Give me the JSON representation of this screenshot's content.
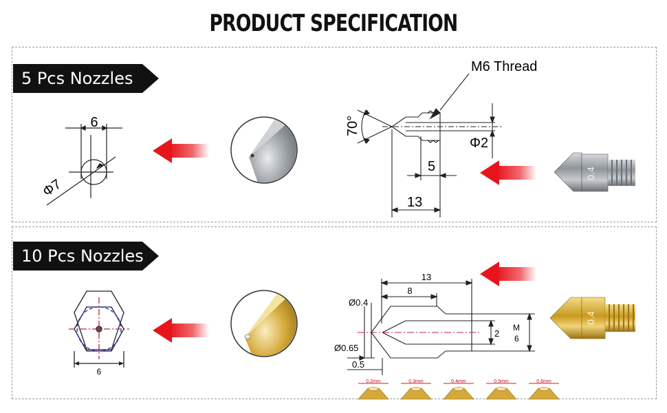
{
  "header": {
    "title": "PRODUCT SPECIFICATION"
  },
  "section1": {
    "tag": "5 Pcs Nozzles",
    "dims": {
      "width": "6",
      "diameter": "Φ7",
      "thread": "M6 Thread",
      "angle": "70°",
      "bore": "Φ2",
      "tip": "5",
      "length": "13"
    },
    "nozzle_label": "0.4"
  },
  "section2": {
    "tag": "10 Pcs Nozzles",
    "dims": {
      "hex": "6",
      "length": "13",
      "inner": "8",
      "tip_d": "Ø0.4",
      "outer_d": "Ø0.65",
      "bore": "2",
      "tip_len": "0.5",
      "thread_top": "M",
      "thread_bottom": "6"
    },
    "nozzle_label": "0.4",
    "sizes": [
      "0.2mm",
      "0.3mm",
      "0.4mm",
      "0.5mm",
      "0.6mm"
    ]
  },
  "colors": {
    "arrow": "#e8141c",
    "brass": "#c9a227",
    "steel": "#9ea3a8"
  }
}
